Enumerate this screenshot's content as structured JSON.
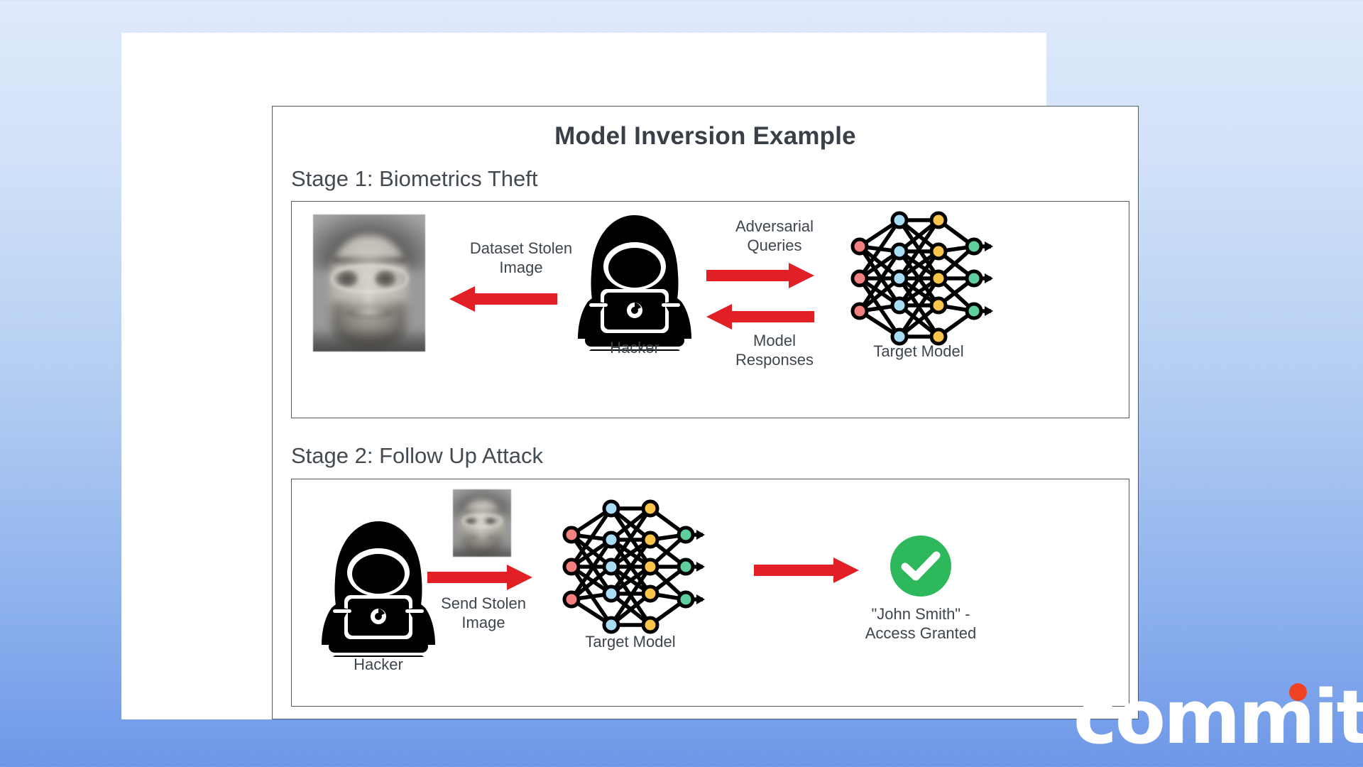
{
  "background": {
    "gradient_top": "#dfeafb",
    "gradient_bottom": "#6e97e8"
  },
  "slide": {
    "card_color": "#ffffff",
    "diagram_title": "Model Inversion Example",
    "border_color": "#555b63"
  },
  "colors": {
    "arrow_red": "#e31f26",
    "check_green": "#2eb85c",
    "node_input": "#f4807f",
    "node_hidden1": "#a9ddf5",
    "node_hidden2": "#fbc54a",
    "node_output": "#5fcf9e",
    "text": "#3e454d",
    "logo_dot": "#f04323"
  },
  "stage1": {
    "label": "Stage 1: Biometrics Theft",
    "stolen_face": {
      "name": "reconstructed-face-image",
      "alt": "Blurry grayscale reconstructed face of a bearded man with glasses"
    },
    "arrow_dataset": {
      "label": "Dataset Stolen\nImage",
      "direction": "left"
    },
    "hacker": {
      "label": "Hacker",
      "icon": "hacker-hoodie-laptop-icon"
    },
    "arrow_queries": {
      "label": "Adversarial\nQueries",
      "direction": "right"
    },
    "arrow_responses": {
      "label": "Model\nResponses",
      "direction": "left"
    },
    "target_model": {
      "label": "Target Model",
      "icon": "neural-network-icon"
    }
  },
  "stage2": {
    "label": "Stage 2: Follow Up Attack",
    "hacker": {
      "label": "Hacker",
      "icon": "hacker-hoodie-laptop-icon"
    },
    "stolen_face": {
      "name": "stolen-face-thumbnail",
      "alt": "Small blurry grayscale face thumbnail"
    },
    "arrow_send": {
      "label": "Send Stolen\nImage",
      "direction": "right"
    },
    "target_model": {
      "label": "Target Model",
      "icon": "neural-network-icon"
    },
    "arrow_result": {
      "direction": "right"
    },
    "result": {
      "icon": "green-check-circle-icon",
      "label": "\"John Smith\" -\nAccess Granted"
    }
  },
  "network_structure": {
    "layers": [
      {
        "name": "input",
        "count": 3,
        "color": "#f4807f"
      },
      {
        "name": "hidden1",
        "count": 5,
        "color": "#a9ddf5"
      },
      {
        "name": "hidden2",
        "count": 5,
        "color": "#fbc54a"
      },
      {
        "name": "output",
        "count": 3,
        "color": "#5fcf9e"
      }
    ]
  },
  "logo": {
    "text": "commit",
    "dot_color": "#f04323"
  }
}
